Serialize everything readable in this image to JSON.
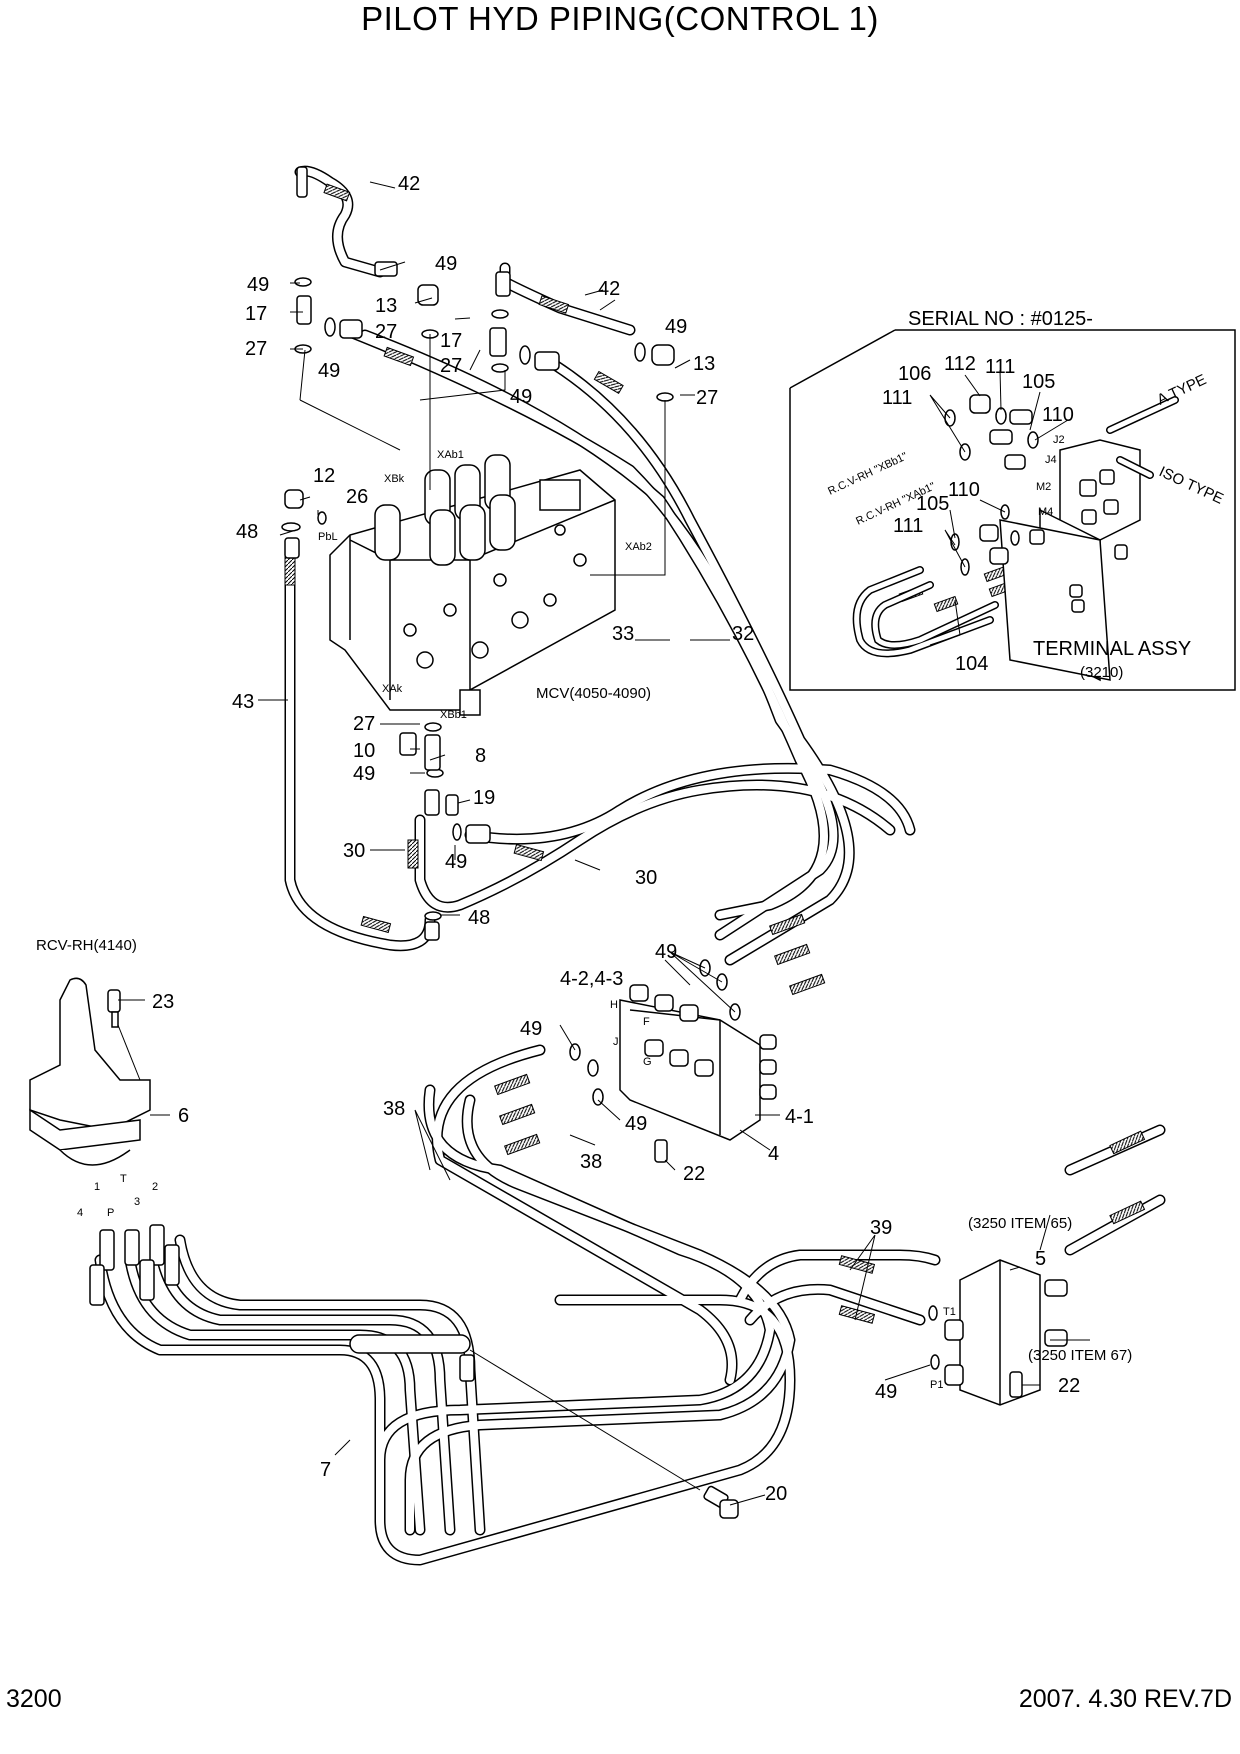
{
  "title": "PILOT HYD PIPING(CONTROL 1)",
  "page_number": "3200",
  "revision": "2007. 4.30  REV.7D",
  "callouts": {
    "c42a": "42",
    "c49a": "49",
    "c49b": "49",
    "c17a": "17",
    "c13a": "13",
    "c27a": "27",
    "c49c": "49",
    "c27b": "27",
    "c17b": "17",
    "c27c": "27",
    "c49d": "49",
    "c42b": "42",
    "c49e": "49",
    "c13b": "13",
    "c27d": "27",
    "c12": "12",
    "c26": "26",
    "c48a": "48",
    "c43": "43",
    "c33": "33",
    "c32": "32",
    "c27e": "27",
    "c10": "10",
    "c8": "8",
    "c49f": "49",
    "c19": "19",
    "c30a": "30",
    "c49g": "49",
    "c30b": "30",
    "c48b": "48",
    "c23": "23",
    "c6": "6",
    "c4243": "4-2,4-3",
    "c49h": "49",
    "c49i": "49",
    "c49j": "49",
    "c41": "4-1",
    "c38a": "38",
    "c38b": "38",
    "c4": "4",
    "c22a": "22",
    "c39": "39",
    "c5": "5",
    "c49k": "49",
    "c22b": "22",
    "c7": "7",
    "c20": "20"
  },
  "labels": {
    "mcv": "MCV(4050-4090)",
    "rcv": "RCV-RH(4140)",
    "item65": "(3250 ITEM 65)",
    "item67": "(3250 ITEM 67)",
    "port_xbk": "XBk",
    "port_xab1": "XAb1",
    "port_pbl": "PbL",
    "port_xab2": "XAb2",
    "port_xak": "XAk",
    "port_xbb1": "XBb1",
    "port_h": "H",
    "port_f": "F",
    "port_j": "J",
    "port_g": "G",
    "port_t1": "T1",
    "port_p1": "P1",
    "rcv_1": "1",
    "rcv_t": "T",
    "rcv_2": "2",
    "rcv_4": "4",
    "rcv_p": "P",
    "rcv_3": "3"
  },
  "inset": {
    "serial": "SERIAL NO : #0125-",
    "terminal": "TERMINAL ASSY",
    "terminal_ref": "(3210)",
    "a_type": "A TYPE",
    "iso_type": "ISO TYPE",
    "rcv_xbb1": "R.C.V-RH \"XBb1\"",
    "rcv_xab1": "R.C.V-RH \"XAb1\"",
    "callouts": {
      "c106": "106",
      "c112": "112",
      "c111a": "111",
      "c105a": "105",
      "c111b": "111",
      "c110a": "110",
      "c110b": "110",
      "c105b": "105",
      "c111c": "111",
      "c104": "104"
    },
    "ports": {
      "j2": "J2",
      "j4": "J4",
      "m2": "M2",
      "m4": "M4"
    }
  }
}
